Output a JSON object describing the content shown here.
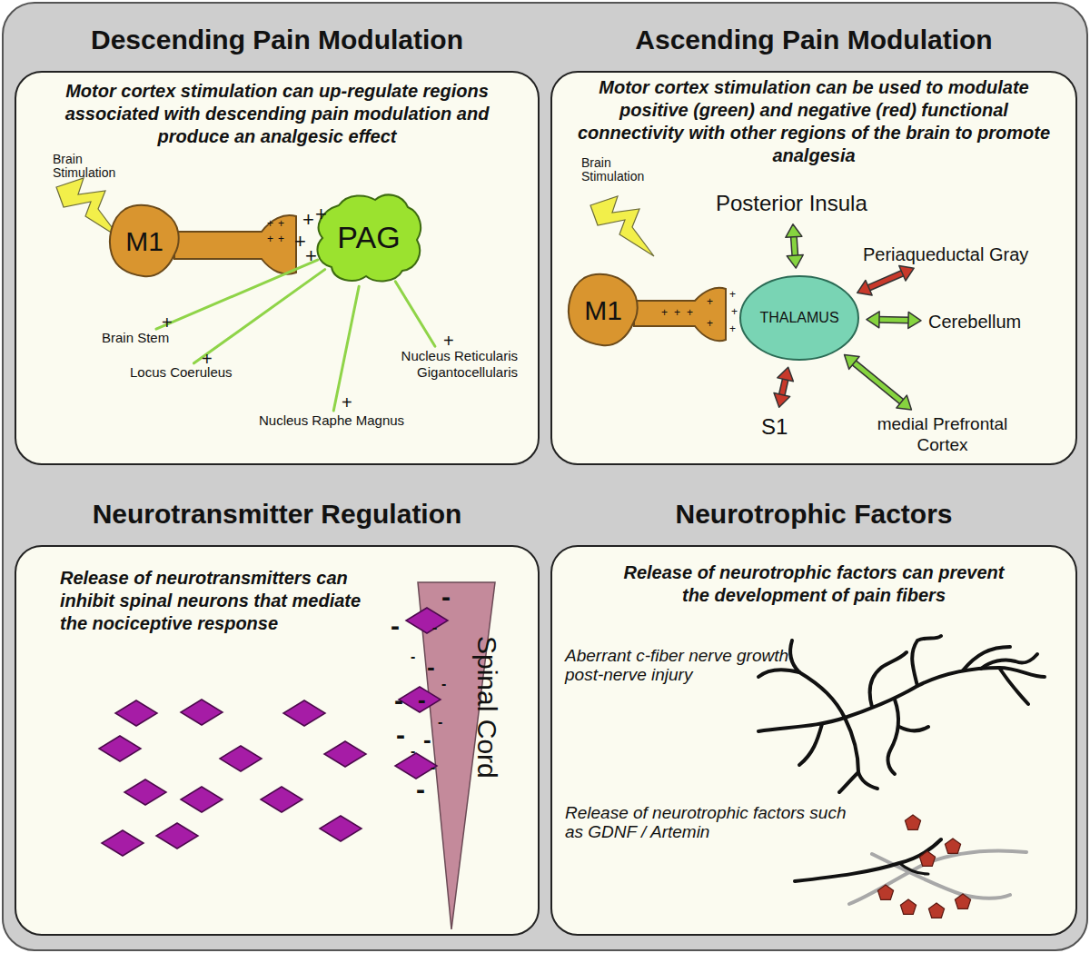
{
  "diagram": {
    "nodes": [
      {
        "text": [
          "Descending Pain Modulation",
          "Motor cortex stimulation can up-regulate regions associated with descending pain modulation and produce an analgesic effect"
        ]
      },
      {
        "text": [
          "M1"
        ],
        "in": 0
      },
      {
        "text": [
          "PAG"
        ],
        "in": 0
      },
      {
        "text": [
          "Brain Stem"
        ],
        "in": 0
      },
      {
        "text": [
          "Locus Coeruleus"
        ],
        "in": 0
      },
      {
        "text": [
          "Nucleus Reticularis Gigantocellularis"
        ],
        "in": 0
      },
      {
        "text": [
          "Nucleus Raphe Magnus"
        ],
        "in": 0
      },
      {
        "text": [
          "Ascending Pain Modulation",
          "Motor cortex stimulation can be used to modulate positive (green) and negative (red) functional connectivity with other regions of the brain to promote analgesia"
        ]
      },
      {
        "text": [
          "Posterior Insula"
        ],
        "in": 7
      },
      {
        "text": [
          "Periaqueductal Gray"
        ],
        "in": 7
      },
      {
        "text": [
          "M1"
        ],
        "in": 7
      },
      {
        "text": [
          "THALAMUS"
        ],
        "in": 7
      },
      {
        "text": [
          "Cerebellum"
        ],
        "in": 7
      },
      {
        "text": [
          "S1"
        ],
        "in": 7
      },
      {
        "text": [
          "medial Prefrontal Cortex"
        ],
        "in": 7
      },
      {
        "text": [
          "Neurotransmitter Regulation",
          "Release of neurotransmitters can inhibit spinal neurons that mediate the nociceptive response"
        ]
      },
      {
        "text": [
          "Spinal Cord"
        ],
        "in": 15
      },
      {
        "text": [
          "Neurotrophic Factors",
          "Release of neurotrophic factors can prevent the development of pain fibers"
        ]
      }
    ],
    "edges": [
      {
        "from": 2,
        "to": 3,
        "arrow": "none"
      },
      {
        "from": 2,
        "to": 4,
        "arrow": "none"
      },
      {
        "from": 2,
        "to": 5,
        "arrow": "none"
      },
      {
        "from": 2,
        "to": 6,
        "arrow": "none"
      },
      {
        "from": 11,
        "to": 8,
        "arrow": "both"
      },
      {
        "from": 11,
        "to": 9,
        "arrow": "both"
      },
      {
        "from": 11,
        "to": 12,
        "arrow": "both"
      },
      {
        "from": 11,
        "to": 13,
        "arrow": "both"
      },
      {
        "from": 11,
        "to": 14,
        "arrow": "both"
      }
    ],
    "labels": [
      "Brain Stimulation",
      "+",
      "+",
      "+",
      "+",
      "+",
      "+",
      "+",
      "+",
      "+",
      "+",
      "+",
      "+",
      "Brain Stimulation",
      "+",
      "+",
      "+",
      "+",
      "+",
      "+",
      "+",
      "+",
      "-",
      "-",
      "-",
      "-",
      "-",
      "-",
      "-",
      "-",
      "-",
      "-",
      "-",
      "-",
      "-",
      "-",
      "Aberrant c-fiber nerve growth post-nerve injury",
      "Release of neurotrophic factors such as GDNF / Artemin"
    ]
  }
}
